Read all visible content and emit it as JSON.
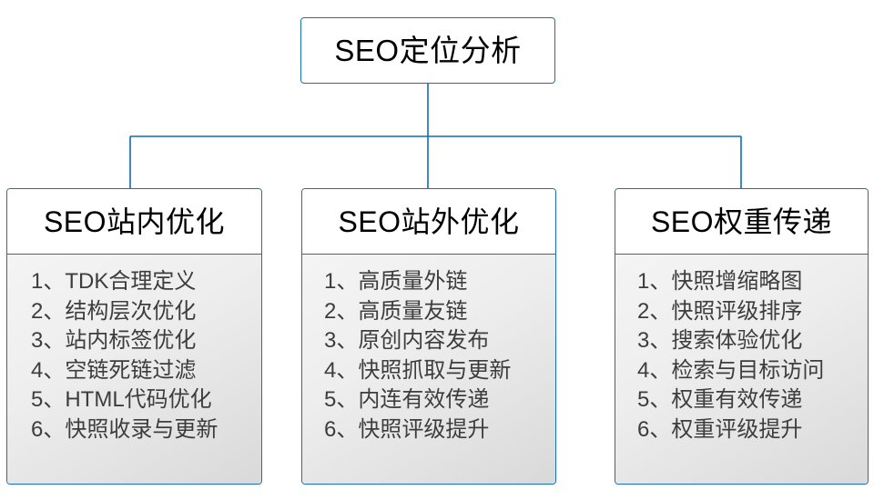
{
  "diagram": {
    "type": "org-chart",
    "root": {
      "label": "SEO定位分析"
    },
    "branches": [
      {
        "title": "SEO站内优化",
        "items": [
          "1、TDK合理定义",
          "2、结构层次优化",
          "3、站内标签优化",
          "4、空链死链过滤",
          "5、HTML代码优化",
          "6、快照收录与更新"
        ]
      },
      {
        "title": "SEO站外优化",
        "items": [
          "1、高质量外链",
          "2、高质量友链",
          "3、原创内容发布",
          "4、快照抓取与更新",
          "5、内连有效传递",
          "6、快照评级提升"
        ]
      },
      {
        "title": "SEO权重传递",
        "items": [
          "1、快照增缩略图",
          "2、快照评级排序",
          "3、搜索体验优化",
          "4、检索与目标访问",
          "5、权重有效传递",
          "6、权重评级提升"
        ]
      }
    ],
    "colors": {
      "border": "#1a6fba",
      "connector": "#0f6cb8",
      "header_background": "#ffffff",
      "body_gradient_start": "#f4f4f4",
      "body_gradient_end": "#d9d9d9",
      "title_text": "#000000",
      "item_text": "#3d3d3d",
      "page_background": "#ffffff"
    }
  }
}
